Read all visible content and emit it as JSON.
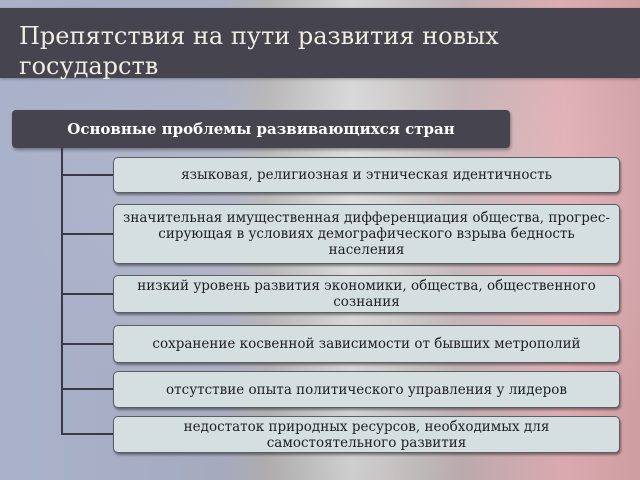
{
  "slide": {
    "title": "Препятствия на пути развития новых государств",
    "background": "french-flag",
    "colors": {
      "header_bg": "#45444f",
      "title_text": "#f1ede0",
      "item_bg": "#d5dfe0",
      "connector": "#3a3a44"
    }
  },
  "diagram": {
    "heading": "Основные проблемы развивающихся стран",
    "items": [
      {
        "label": "языковая, религиозная и этническая идентичность"
      },
      {
        "label": "значительная имущественная дифференциация общества, прогрес-сирующая в условиях демографического взрыва бедность населения"
      },
      {
        "label": "низкий уровень развития экономики, общества, общественного сознания"
      },
      {
        "label": "сохранение косвенной зависимости от бывших метрополий"
      },
      {
        "label": "отсутствие опыта политического управления у лидеров"
      },
      {
        "label": "недостаток природных ресурсов, необходимых для самостоятельного развития"
      }
    ]
  }
}
